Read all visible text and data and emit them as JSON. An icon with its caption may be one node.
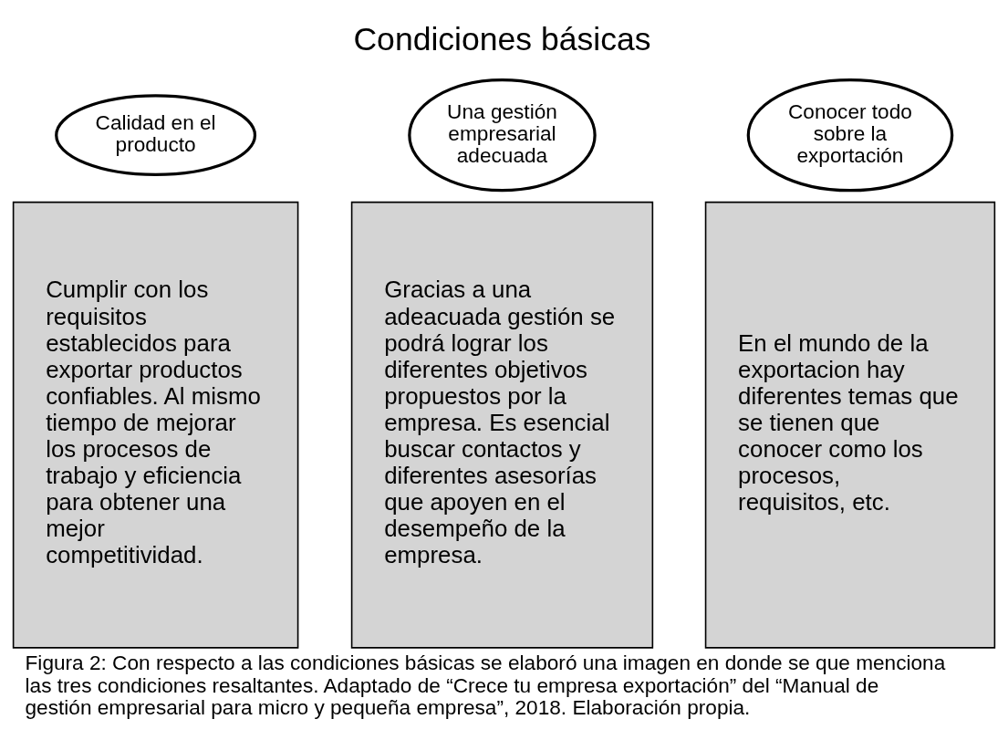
{
  "diagram": {
    "title": "Condiciones básicas",
    "nodes": [
      {
        "text": [
          "Calidad en el producto"
        ]
      },
      {
        "text": [
          "Cumplir con los requisitos establecidos para exportar productos confiables. Al mismo tiempo de mejorar los procesos de trabajo y eficiencia para obtener una mejor competitividad."
        ]
      },
      {
        "text": [
          "Una gestión empresarial adecuada"
        ]
      },
      {
        "text": [
          "Gracias a una adeacuada gestión se podrá lograr los diferentes objetivos propuestos por la empresa. Es esencial buscar contactos y diferentes asesorías que apoyen en el desempeño de la empresa."
        ]
      },
      {
        "text": [
          "Conocer todo sobre la exportación"
        ]
      },
      {
        "text": [
          "En el mundo de la exportacion hay diferentes temas que se tienen que conocer como los procesos, requisitos, etc."
        ]
      }
    ],
    "edges": [],
    "caption": "Figura 2: Con respecto a las condiciones básicas se elaboró una imagen en donde se que menciona las tres condiciones resaltantes. Adaptado de “Crece tu empresa exportación” del “Manual de gestión empresarial para micro y pequeña empresa”, 2018. Elaboración propia."
  }
}
